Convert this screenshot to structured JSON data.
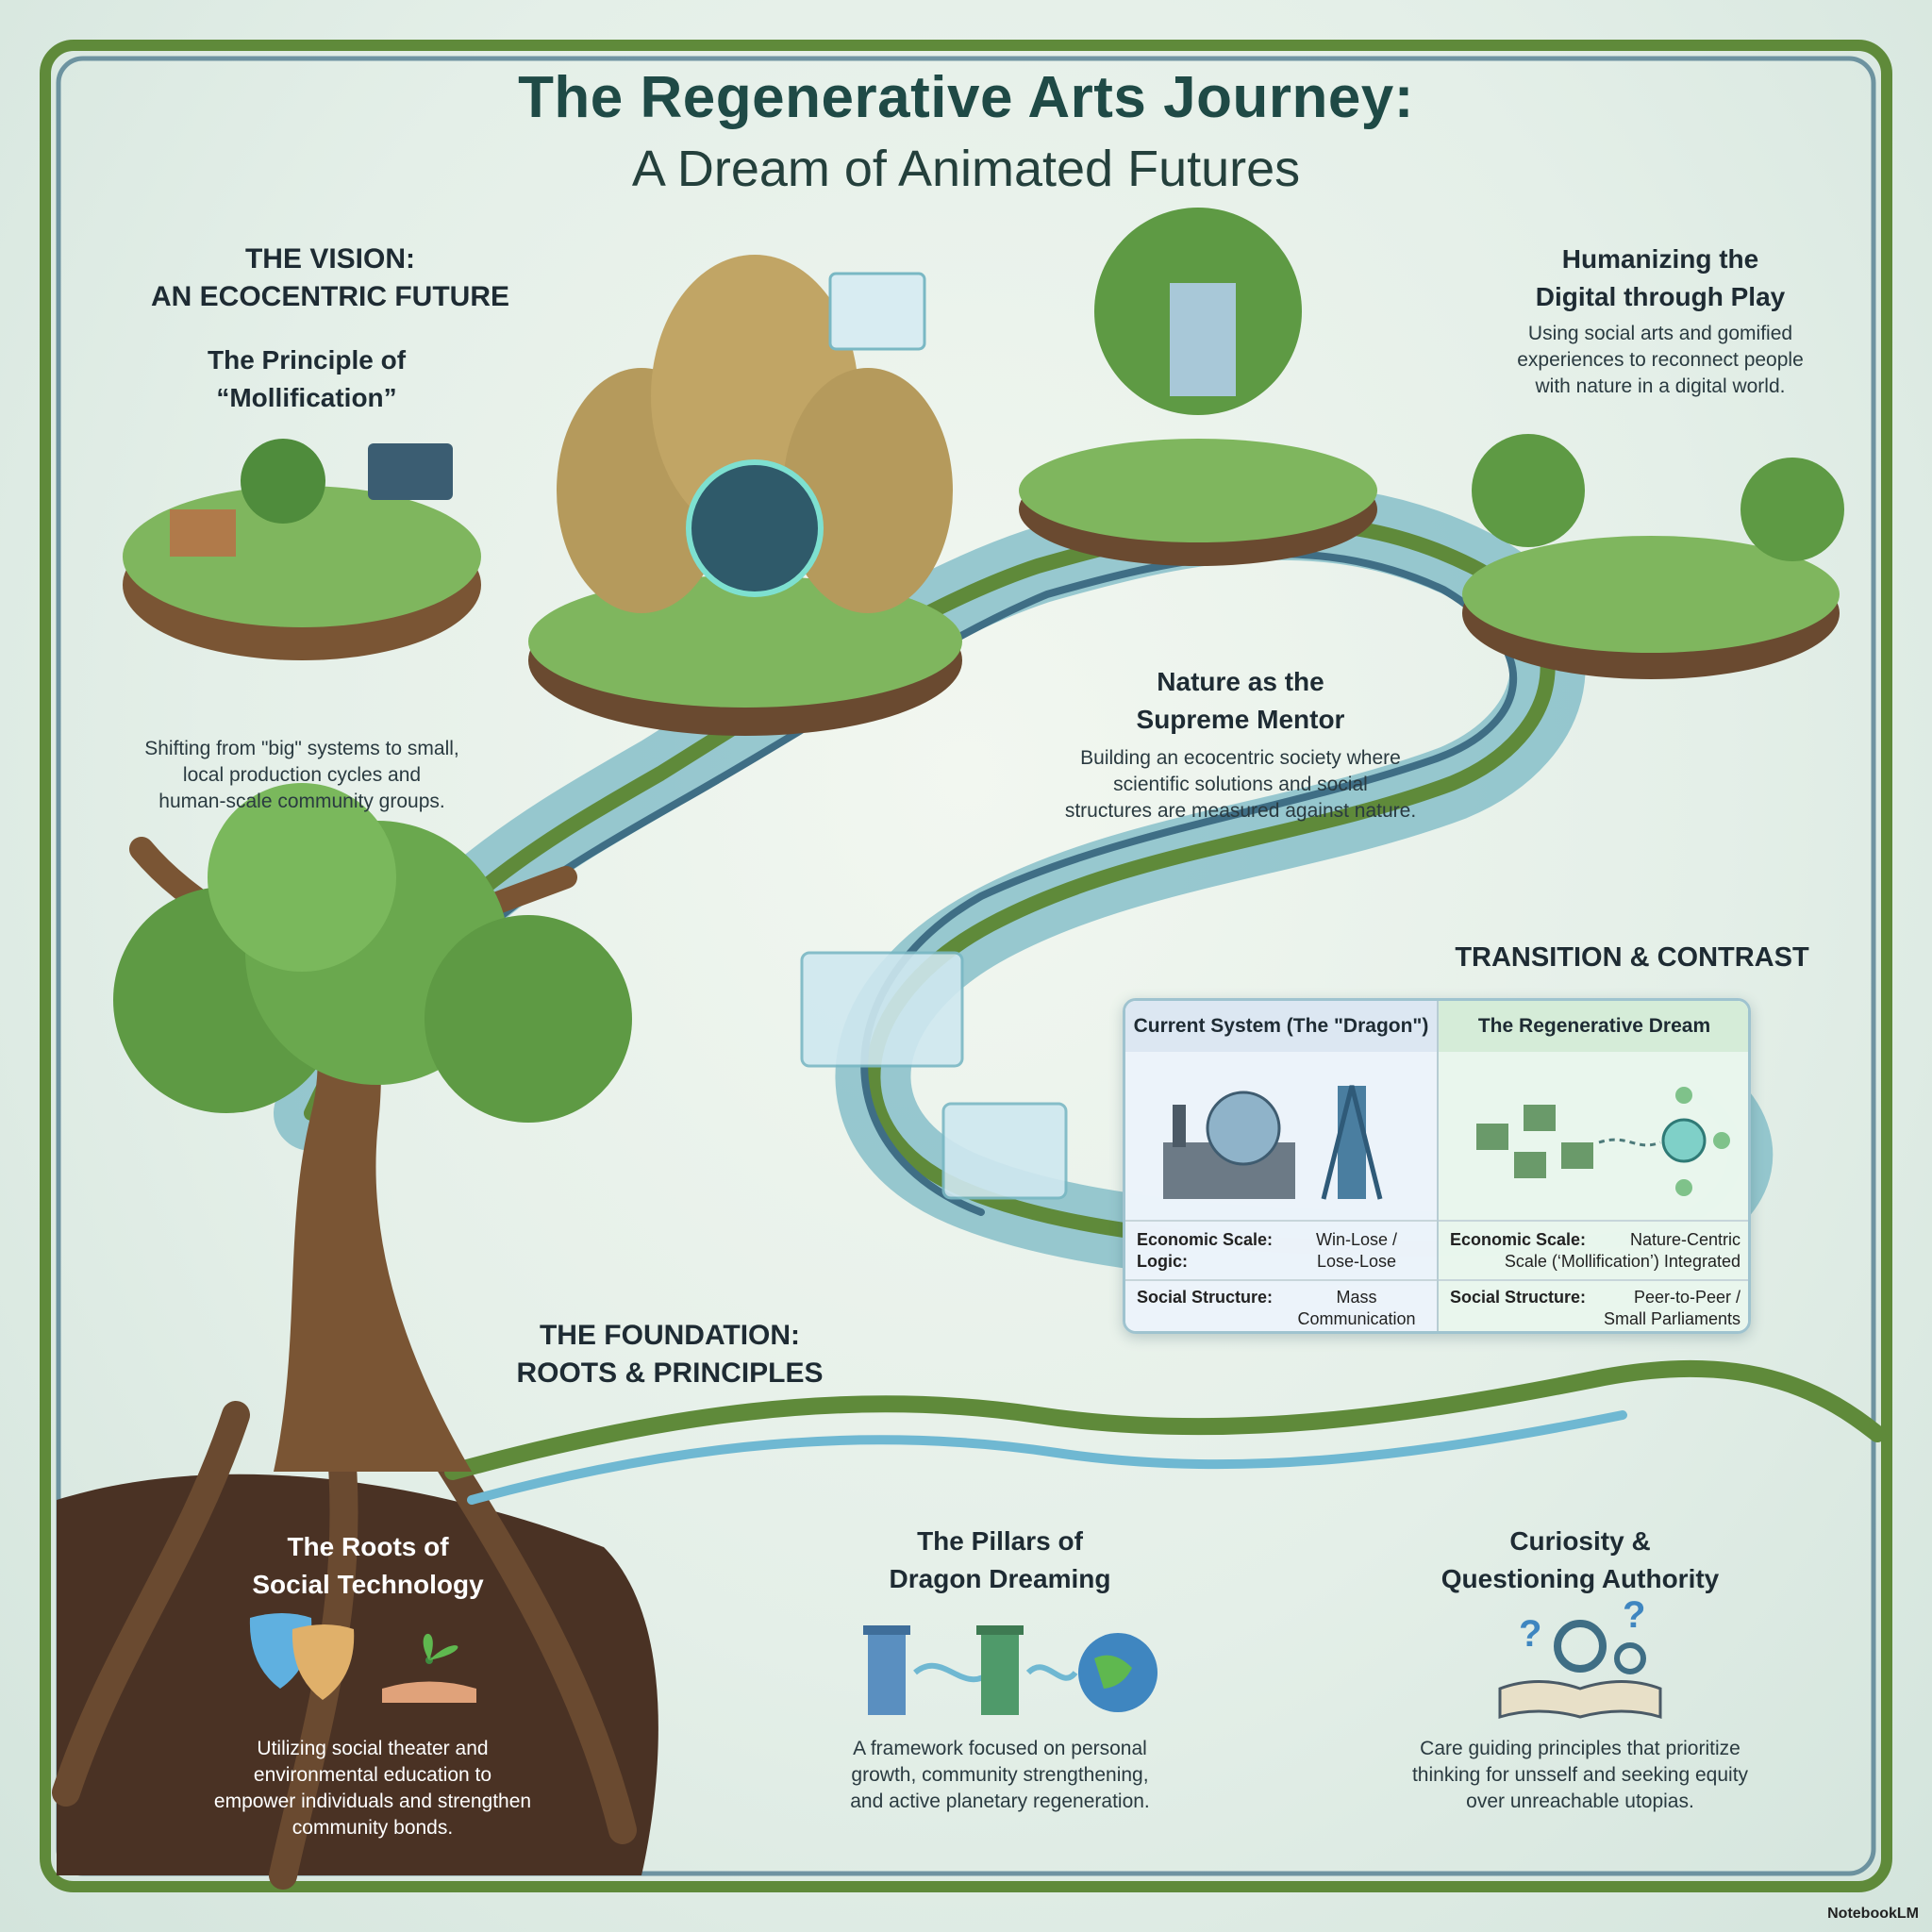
{
  "title": {
    "line1": "The Regenerative Arts Journey:",
    "line2": "A Dream of Animated Futures"
  },
  "vision": {
    "heading_line1": "THE VISION:",
    "heading_line2": "AN ECOCENTRIC FUTURE"
  },
  "mollification": {
    "heading_line1": "The Principle of",
    "heading_line2": "“Mollification”",
    "body_lines": [
      "Shifting from \"big\" systems to small,",
      "local production cycles and",
      "human-scale community groups."
    ]
  },
  "humanizing": {
    "heading_line1": "Humanizing the",
    "heading_line2": "Digital through Play",
    "body_lines": [
      "Using social arts and gomified",
      "experiences to reconnect people",
      "with nature in a digital world."
    ]
  },
  "mentor": {
    "heading_line1": "Nature as the",
    "heading_line2": "Supreme Mentor",
    "body_lines": [
      "Building an ecocentric society where",
      "scientific solutions and social",
      "structures are measured against nature."
    ]
  },
  "transition": {
    "heading": "TRANSITION & CONTRAST",
    "left_column": {
      "header": "Current System (The \"Dragon\")",
      "row1_label_a": "Economic Scale:",
      "row1_label_b": "Logic:",
      "row1_value_a": "Win-Lose /",
      "row1_value_b": "Lose-Lose",
      "row2_label": "Social Structure:",
      "row2_value_a": "Mass",
      "row2_value_b": "Communication"
    },
    "right_column": {
      "header": "The Regenerative Dream",
      "row1_label": "Economic Scale:",
      "row1_value_a": "Nature-Centric",
      "row1_value_b": "Scale (‘Mollification’) Integrated",
      "row2_label": "Social Structure:",
      "row2_value_a": "Peer-to-Peer /",
      "row2_value_b": "Small Parliaments"
    }
  },
  "foundation": {
    "heading_line1": "THE FOUNDATION:",
    "heading_line2": "ROOTS & PRINCIPLES"
  },
  "roots": {
    "heading_line1": "The Roots of",
    "heading_line2": "Social Technology",
    "body_lines": [
      "Utilizing social theater and",
      "environmental education to",
      "empower individuals and strengthen",
      "community bonds."
    ]
  },
  "pillars": {
    "heading_line1": "The Pillars of",
    "heading_line2": "Dragon Dreaming",
    "body_lines": [
      "A framework focused on personal",
      "growth, community strengthening,",
      "and active planetary regeneration."
    ]
  },
  "curiosity": {
    "heading_line1": "Curiosity &",
    "heading_line2": "Questioning Authority",
    "body_lines": [
      "Care guiding principles that prioritize",
      "thinking for unsself and seeking equity",
      "over unreachable utopias."
    ]
  },
  "footer": {
    "brand": "NotebookLM"
  },
  "colors": {
    "vine_green": "#5f8a3a",
    "river_blue": "#6fb8d2",
    "trunk_brown": "#7a5534",
    "soil": "#4a3224",
    "title_teal": "#1f4a46"
  },
  "icons": [
    "leaf-icon",
    "theater-masks-icon",
    "seedling-hand-icon",
    "pillar-icon",
    "globe-icon",
    "open-book-gears-icon",
    "question-mark-icon",
    "factory-icon",
    "tower-icon",
    "network-nodes-icon",
    "music-note-icon",
    "bird-icon",
    "guitar-icon"
  ]
}
